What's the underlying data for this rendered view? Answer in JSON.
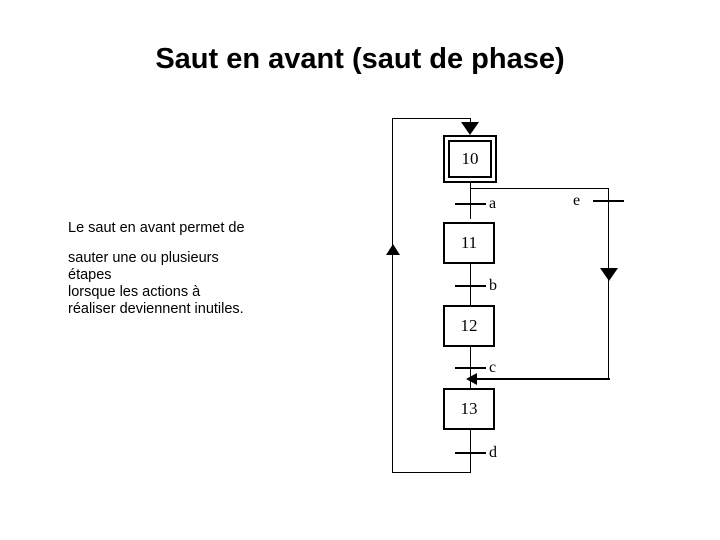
{
  "slide": {
    "title": "Saut en avant (saut de phase)",
    "background_color": "#ffffff",
    "text_color": "#000000"
  },
  "body": {
    "lines": [
      "Le saut en avant permet de",
      "sauter une ou plusieurs",
      "étapes",
      "lorsque les actions à",
      "réaliser deviennent inutiles."
    ]
  },
  "diagram": {
    "type": "grafcet-sfc",
    "steps": [
      {
        "id": "10",
        "label": "10",
        "kind": "initial"
      },
      {
        "id": "11",
        "label": "11",
        "kind": "normal"
      },
      {
        "id": "12",
        "label": "12",
        "kind": "normal"
      },
      {
        "id": "13",
        "label": "13",
        "kind": "normal"
      }
    ],
    "transitions": [
      {
        "id": "a",
        "label": "a",
        "from": "10",
        "to": "11"
      },
      {
        "id": "b",
        "label": "b",
        "from": "11",
        "to": "12"
      },
      {
        "id": "c",
        "label": "c",
        "from": "12",
        "to": "13"
      },
      {
        "id": "d",
        "label": "d",
        "from": "13",
        "to": "10"
      },
      {
        "id": "e",
        "label": "e",
        "from": "10",
        "to": "13"
      }
    ]
  }
}
